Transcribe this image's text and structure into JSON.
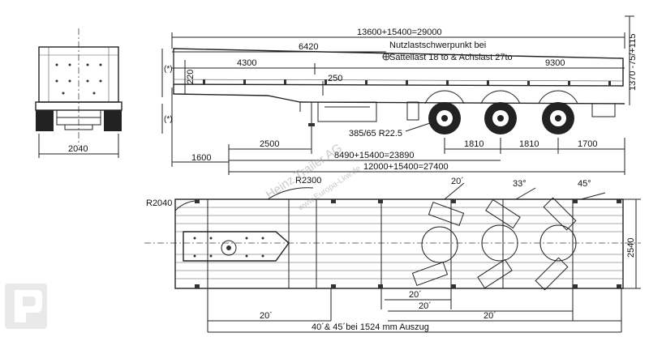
{
  "dimensions": {
    "total_length": "13600+15400=29000",
    "d6420": "6420",
    "d4300": "4300",
    "d9300": "9300",
    "d220": "220",
    "d250": "250",
    "star1": "(*)",
    "star2": "(*)",
    "height": "1370 -75/+115",
    "tire": "385/65 R22.5",
    "d2500": "2500",
    "d1810a": "1810",
    "d1810b": "1810",
    "d1700": "1700",
    "d1600": "1600",
    "d2040": "2040",
    "wheelbase": "8490+15400=23890",
    "rear_span": "12000+15400=27400",
    "r2300": "R2300",
    "r2040": "R2040",
    "width": "2540",
    "a20_top": "20´",
    "a33": "33°",
    "a45": "45°",
    "a20_b1": "20´",
    "a20_b2": "20´",
    "a20_b3": "20´",
    "footnote": "40´& 45´bei 1524 mm Auszug"
  },
  "annotation": {
    "line1": "Nutzlastschwerpunkt bei",
    "line2": "Sattellast 18 to & Achslast 27to"
  },
  "watermark": {
    "main": "Heinz Trailer AG",
    "sub": "www.Europa-Lkw.de"
  }
}
